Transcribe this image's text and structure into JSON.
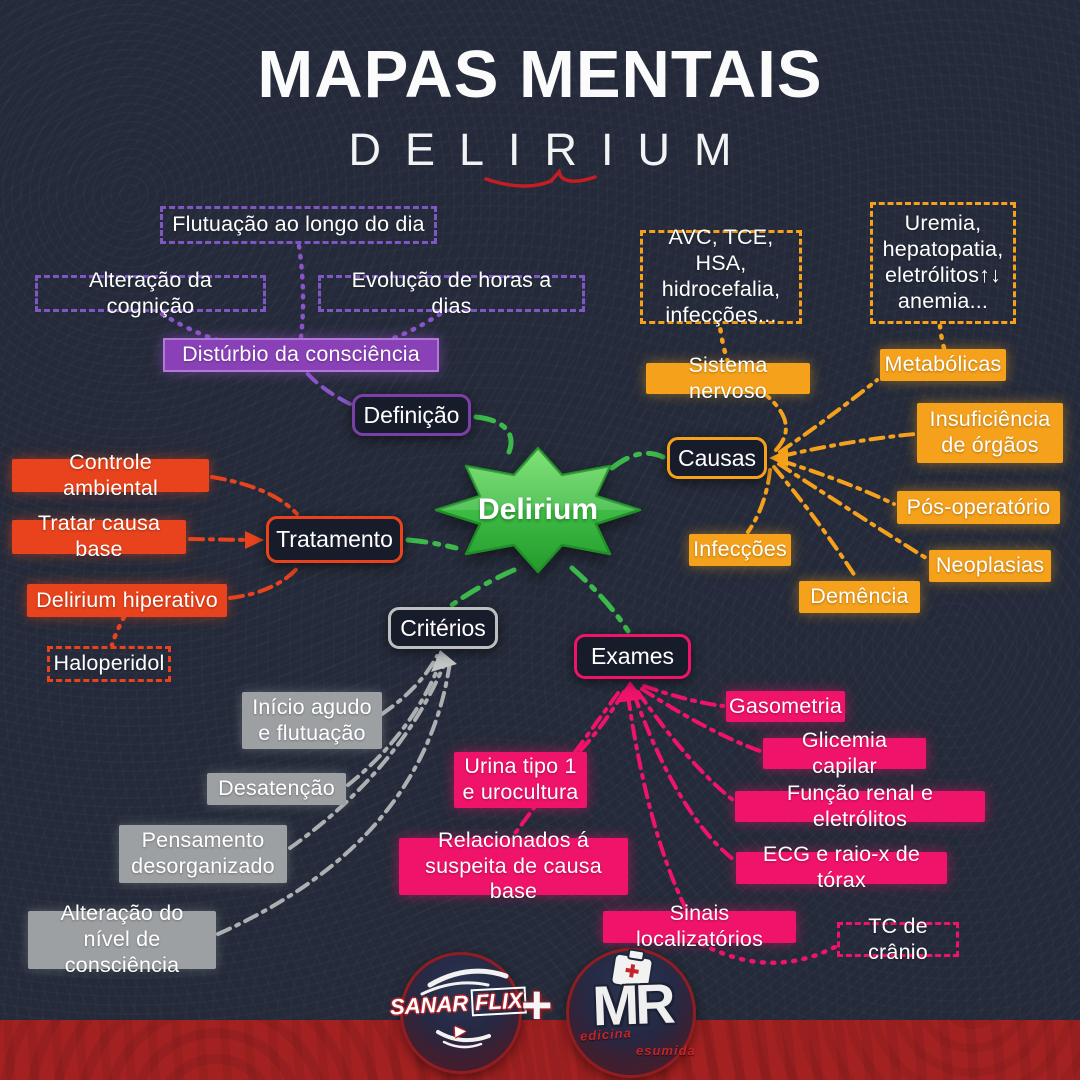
{
  "title": "MAPAS MENTAIS",
  "subtitle": "DELIRIUM",
  "center_label": "Delirium",
  "branches": {
    "definicao": {
      "node": "Definição",
      "filled": "Distúrbio da consciência",
      "dashed": [
        "Flutuação ao longo do dia",
        "Alteração da cognição",
        "Evolução de horas a dias"
      ]
    },
    "causas": {
      "node": "Causas",
      "leaves": [
        "Sistema nervoso",
        "Metabólicas",
        "Insuficiência de órgãos",
        "Pós-operatório",
        "Neoplasias",
        "Demência",
        "Infecções"
      ],
      "dashed": [
        "AVC, TCE, HSA, hidrocefalia, infecções...",
        "Uremia, hepatopatia, eletrólitos↑↓ anemia..."
      ]
    },
    "tratamento": {
      "node": "Tratamento",
      "leaves": [
        "Controle ambiental",
        "Tratar causa base",
        "Delirium hiperativo"
      ],
      "dashed": [
        "Haloperidol"
      ]
    },
    "criterios": {
      "node": "Critérios",
      "leaves": [
        "Início agudo e flutuação",
        "Desatenção",
        "Pensamento desorganizado",
        "Alteração do nível de consciência"
      ]
    },
    "exames": {
      "node": "Exames",
      "leaves": [
        "Gasometria",
        "Glicemia capilar",
        "Função renal e eletrólitos",
        "ECG e raio-x de tórax",
        "Urina tipo 1 e urocultura",
        "Relacionados á suspeita de causa base",
        "Sinais localizatórios"
      ],
      "dashed": [
        "TC de crânio"
      ]
    }
  },
  "footer": {
    "sanar": "SANAR",
    "flix": "FLIX",
    "plus": "+",
    "mr": "MR",
    "mr_word1": "edicina",
    "mr_word2": "esumida"
  },
  "colors": {
    "background": "#242a39",
    "purple": "#8a41b8",
    "orange": "#f5a11b",
    "red": "#e8431c",
    "gray": "#9da0a3",
    "pink": "#f0136a",
    "green": "#3cb94a",
    "band_red": "#a32121",
    "underline_red": "#c41e24"
  }
}
